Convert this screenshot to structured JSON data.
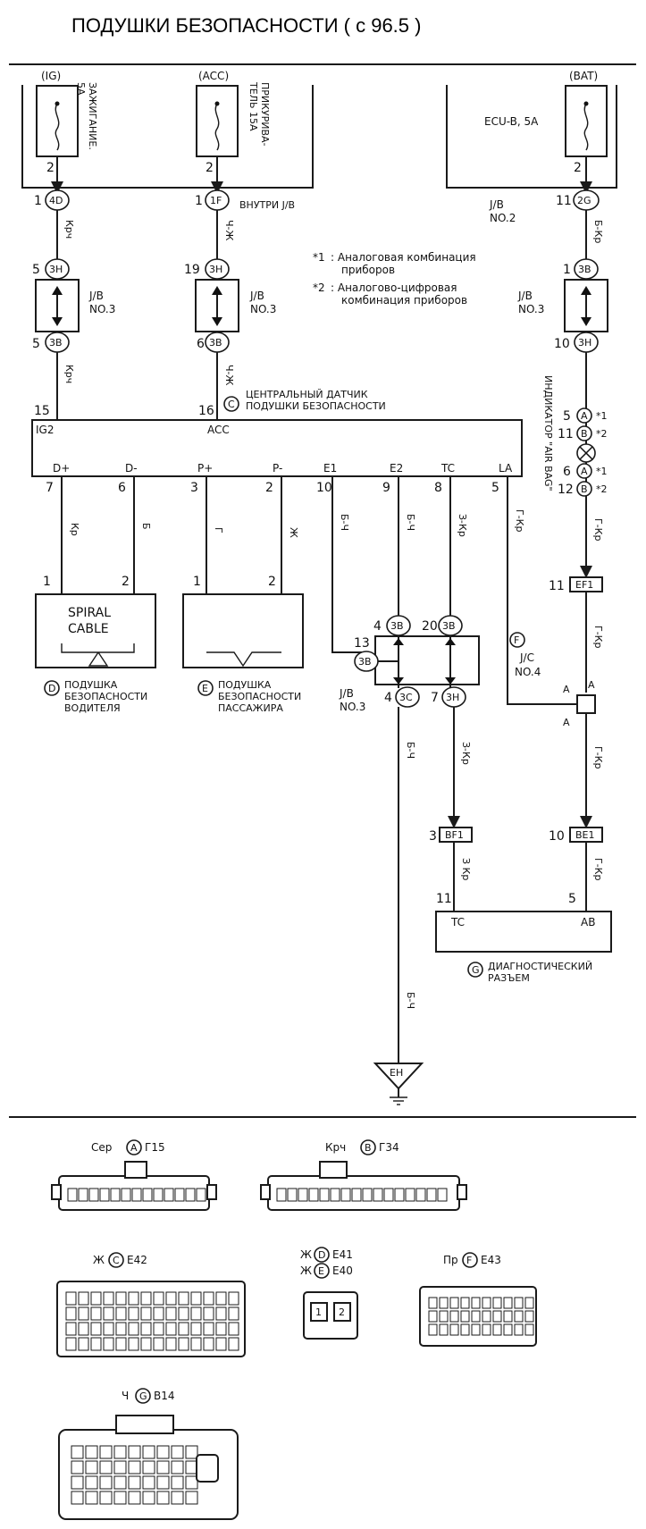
{
  "title": "ПОДУШКИ БЕЗОПАСНОСТИ ( с 96.5 )",
  "fuses": {
    "ig": {
      "source": "(IG)",
      "name": "ЗАЖИГАНИЕ.",
      "rating": "5A",
      "pin_out": "2",
      "jb_pin": "1",
      "jb_conn": "4D"
    },
    "acc": {
      "source": "(ACC)",
      "name": "ПРИКУРИВА-",
      "name2": "ТЕЛЬ 15A",
      "pin_out": "2",
      "jb_pin": "1",
      "jb_conn": "1F",
      "jb_label": "ВНУТРИ J/B"
    },
    "bat": {
      "source": "(BAT)",
      "name": "ECU-B, 5A",
      "pin_out": "2",
      "jb_pin": "11",
      "jb_conn": "2G",
      "jb_label": "J/B",
      "jb_label2": "NO.2"
    }
  },
  "notes": {
    "n1_mark": "*1",
    "n1_text": ": Аналоговая комбинация",
    "n1_text2": "приборов",
    "n2_mark": "*2",
    "n2_text": ": Аналогово-цифровая",
    "n2_text2": "комбинация приборов"
  },
  "jb3": {
    "label": "J/B",
    "label2": "NO.3",
    "ig": {
      "top_pin": "5",
      "top_conn": "3H",
      "bot_pin": "5",
      "bot_conn": "3B"
    },
    "acc": {
      "top_pin": "19",
      "top_conn": "3H",
      "bot_pin": "6",
      "bot_conn": "3B"
    },
    "bat": {
      "top_pin": "1",
      "top_conn": "3B",
      "bot_pin": "10",
      "bot_conn": "3H"
    },
    "lower": {
      "p1": "4",
      "c1": "3B",
      "p2": "20",
      "c2": "3B",
      "p3": "13",
      "c3": "3B",
      "p4": "4",
      "c4": "3C",
      "p5": "7",
      "c5": "3H",
      "label": "J/B",
      "label2": "NO.3"
    }
  },
  "wires": {
    "ig": "Крч",
    "acc": "Ч-Ж",
    "bat": "Б-Кр",
    "dplus": "Кр",
    "dminus": "Б",
    "pplus": "Г",
    "pminus": "Ж",
    "e1": "Б-Ч",
    "e2": "Б-Ч",
    "tc": "З-Кр",
    "la": "Г-Кр",
    "ind": "Г-Кр",
    "ind2": "Г-Кр",
    "ind3": "Г-Кр",
    "ind4": "Г-Кр",
    "tc2": "З-Кр",
    "tc3": "З Кр",
    "gnd": "Б-Ч"
  },
  "ecu": {
    "marker": "C",
    "title": "ЦЕНТРАЛЬНЫЙ ДАТЧИК",
    "title2": "ПОДУШКИ БЕЗОПАСНОСТИ",
    "pin_ig": "15",
    "pin_acc": "16",
    "ig_label": "IG2",
    "acc_label": "ACC",
    "bottom_pins": [
      {
        "num": "7",
        "name": "D+"
      },
      {
        "num": "6",
        "name": "D-"
      },
      {
        "num": "3",
        "name": "P+"
      },
      {
        "num": "2",
        "name": "P-"
      },
      {
        "num": "10",
        "name": "E1"
      },
      {
        "num": "9",
        "name": "E2"
      },
      {
        "num": "8",
        "name": "TC"
      },
      {
        "num": "5",
        "name": "LA"
      }
    ]
  },
  "indicator": {
    "label": "ИНДИКАТОР \"AIR BAG\"",
    "a_pin1": "5",
    "a_conn1": "A",
    "a_note1": "*1",
    "b_pin1": "11",
    "b_conn1": "B",
    "b_note1": "*2",
    "a_pin2": "6",
    "a_conn2": "A",
    "a_note2": "*1",
    "b_pin2": "12",
    "b_conn2": "B",
    "b_note2": "*2"
  },
  "spiral": {
    "pin1": "1",
    "pin2": "2",
    "text": "SPIRAL",
    "text2": "CABLE",
    "marker": "D",
    "label": "ПОДУШКА",
    "label2": "БЕЗОПАСНОСТИ",
    "label3": "ВОДИТЕЛЯ"
  },
  "passenger": {
    "pin1": "1",
    "pin2": "2",
    "marker": "E",
    "label": "ПОДУШКА",
    "label2": "БЕЗОПАСНОСТИ",
    "label3": "ПАССАЖИРА"
  },
  "ef1": {
    "pin": "11",
    "name": "EF1"
  },
  "jc4": {
    "marker": "F",
    "label": "J/C",
    "label2": "NO.4",
    "pin": "A"
  },
  "bf1": {
    "pin": "3",
    "name": "BF1"
  },
  "be1": {
    "pin": "10",
    "name": "BE1"
  },
  "dlc": {
    "pin_tc": "11",
    "pin_ab": "5",
    "tc": "TC",
    "ab": "AB",
    "marker": "G",
    "label": "ДИАГНОСТИЧЕСКИЙ",
    "label2": "РАЗЪЕМ"
  },
  "ground": "EH",
  "connectors": {
    "a": {
      "color": "Сер",
      "marker": "A",
      "code": "Г15"
    },
    "b": {
      "color": "Крч",
      "marker": "B",
      "code": "Г34"
    },
    "c": {
      "color": "Ж",
      "marker": "C",
      "code": "E42"
    },
    "d": {
      "color": "Ж",
      "marker": "D",
      "code": "E41"
    },
    "e": {
      "color": "Ж",
      "marker": "E",
      "code": "E40"
    },
    "f": {
      "color": "Пр",
      "marker": "F",
      "code": "E43"
    },
    "g": {
      "color": "Ч",
      "marker": "G",
      "code": "B14"
    }
  }
}
